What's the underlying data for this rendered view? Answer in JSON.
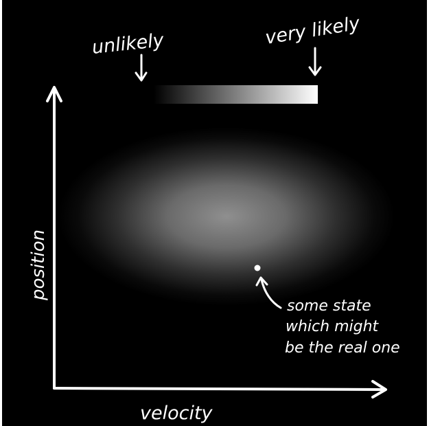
{
  "labels": {
    "unlikely": "unlikely",
    "very_likely": "very likely",
    "y_axis": "position",
    "x_axis": "velocity"
  },
  "annotation": {
    "line1": "some state",
    "line2": "which might",
    "line3": "be the real one"
  },
  "colors": {
    "background": "#000000",
    "foreground": "#ffffff",
    "gradient_low": "#000000",
    "gradient_high": "#ffffff",
    "cloud_center": "#8a8a8a"
  },
  "icons": {
    "arrow_unlikely": "down-arrow-icon",
    "arrow_very_likely": "down-arrow-icon",
    "arrow_annotation": "curved-arrow-icon"
  }
}
